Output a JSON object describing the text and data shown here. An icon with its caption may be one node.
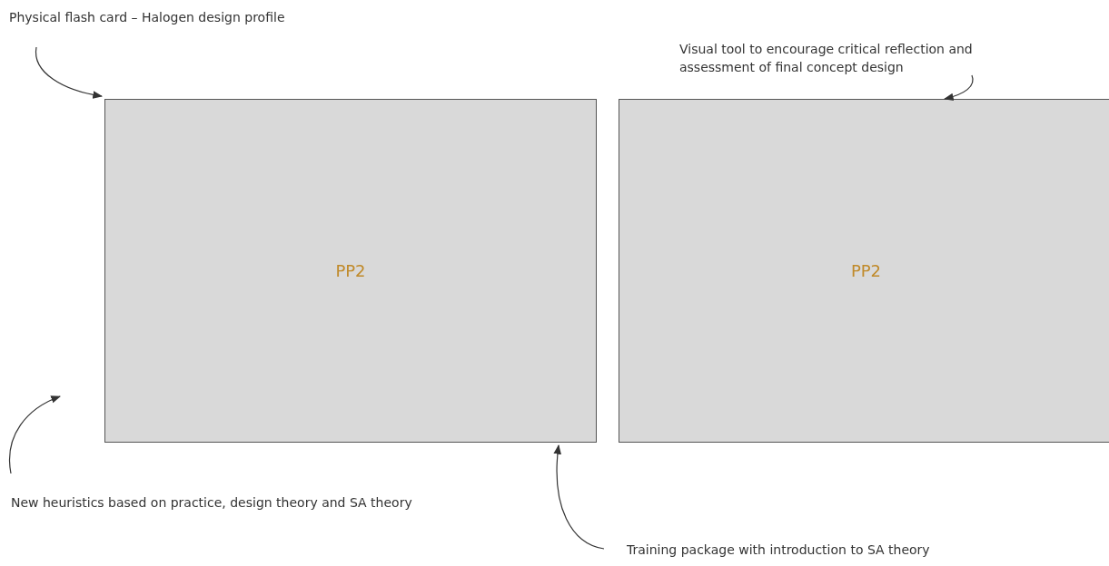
{
  "diagram": {
    "nodes": [
      {
        "text": [
          "Physical flash card – Halogen design profile"
        ]
      },
      {
        "text": [
          "PP2"
        ]
      },
      {
        "text": [
          "PP2"
        ]
      },
      {
        "text": [
          "Visual tool to encourage critical reflection and assessment of final concept design"
        ]
      },
      {
        "text": [
          "New heuristics based on practice, design theory and SA theory"
        ]
      },
      {
        "text": [
          "Training package with introduction to SA theory"
        ]
      }
    ],
    "edges": [
      {
        "from": 0,
        "to": 1,
        "arrow": "to"
      },
      {
        "from": 3,
        "to": 2,
        "arrow": "to"
      },
      {
        "from": 4,
        "to": 1,
        "arrow": "to"
      },
      {
        "from": 5,
        "to": 1,
        "arrow": "to"
      }
    ]
  }
}
